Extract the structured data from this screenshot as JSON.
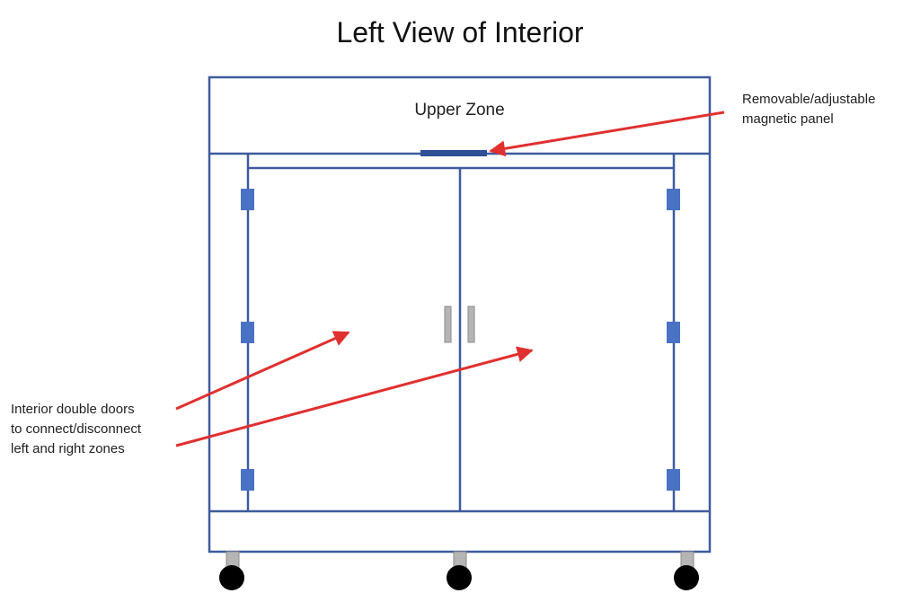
{
  "title": "Left View of Interior",
  "labels": {
    "upper_zone": "Upper Zone",
    "panel_note": [
      "Removable/adjustable",
      "magnetic panel"
    ],
    "doors_note": [
      "Interior double doors",
      "to connect/disconnect",
      "left and right zones"
    ]
  },
  "colors": {
    "frame": "#3f5a9e",
    "hinge": "#4a72c4",
    "panel": "#2f4f96",
    "arrow": "#e03030",
    "handle": "#a8a8a8",
    "wheel": "#000000",
    "caster": "#b5b5b5",
    "text": "#222222"
  },
  "icons": [
    "hinge-icon",
    "handle-icon",
    "wheel-icon",
    "arrow-icon"
  ]
}
